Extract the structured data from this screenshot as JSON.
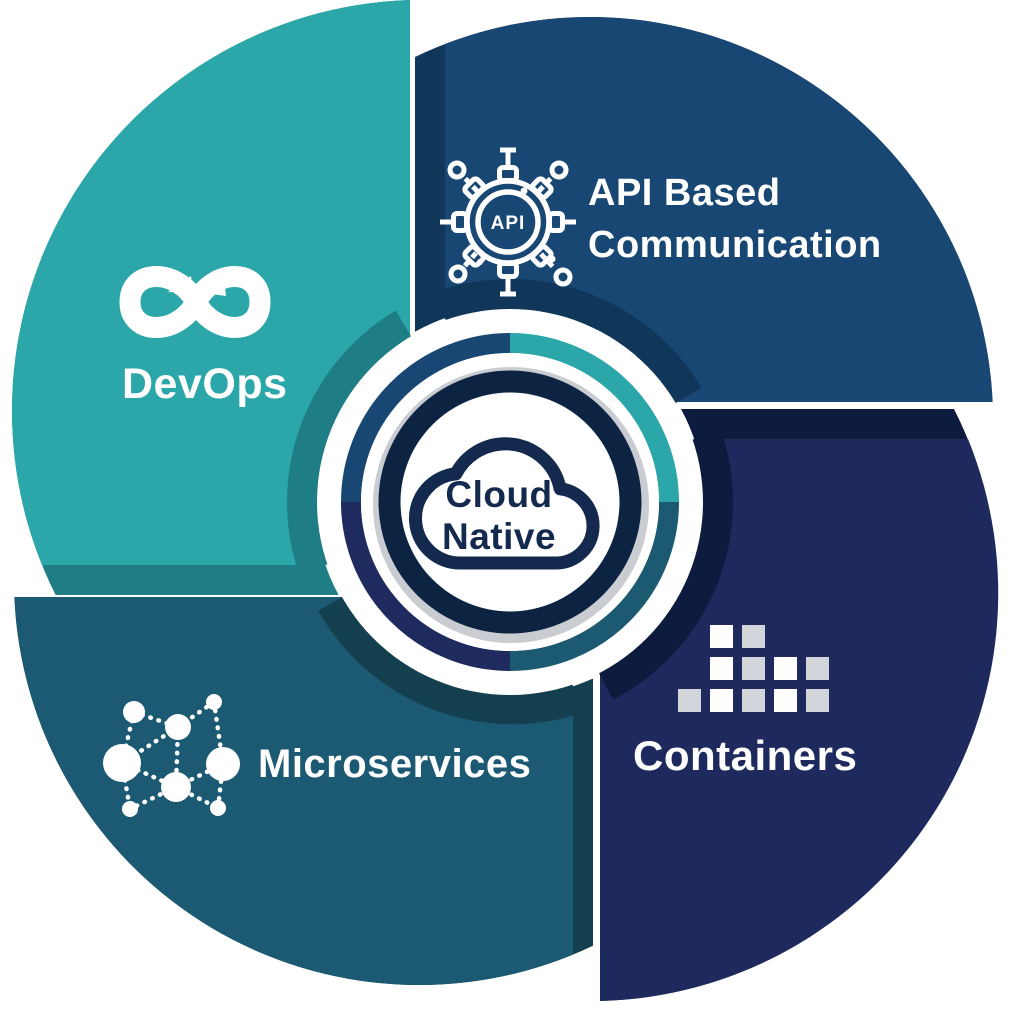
{
  "background": "#FFFFFF",
  "label_color": "#FFFFFF",
  "center": {
    "line1": "Cloud",
    "line2": "Native",
    "icon": "cloud-icon",
    "text_color": "#13294E",
    "ring_color": "#0D2342",
    "shadow_color": "#C9CCD0"
  },
  "segments": [
    {
      "id": "devops",
      "label": "DevOps",
      "position": "top-left",
      "color": "#2BA6A9",
      "dark_color": "#1F7D85",
      "icon": "infinity-icon"
    },
    {
      "id": "api-based-communication",
      "label": "API Based Communication",
      "label_lines": [
        "API Based",
        "Communication"
      ],
      "position": "top-right",
      "color": "#174772",
      "dark_color": "#10375A",
      "icon": "api-gear-icon",
      "icon_text": "API"
    },
    {
      "id": "containers",
      "label": "Containers",
      "position": "bottom-right",
      "color": "#1E2A5D",
      "dark_color": "#0C1B3E",
      "icon": "containers-icon",
      "icon_grid": [
        [
          "white",
          "gray"
        ],
        [
          "white",
          "gray",
          "white",
          "gray"
        ],
        [
          "gray",
          "white",
          "gray",
          "white",
          "gray"
        ]
      ],
      "icon_gray": "#D2D5DA"
    },
    {
      "id": "microservices",
      "label": "Microservices",
      "position": "bottom-left",
      "color": "#1B5A72",
      "dark_color": "#143F4E",
      "icon": "network-icon"
    }
  ],
  "ring_segments": [
    {
      "position": "top-left",
      "color": "#174772"
    },
    {
      "position": "top-right",
      "color": "#2BA6A9"
    },
    {
      "position": "bottom-right",
      "color": "#1C5A72"
    },
    {
      "position": "bottom-left",
      "color": "#1F2A5E"
    }
  ]
}
